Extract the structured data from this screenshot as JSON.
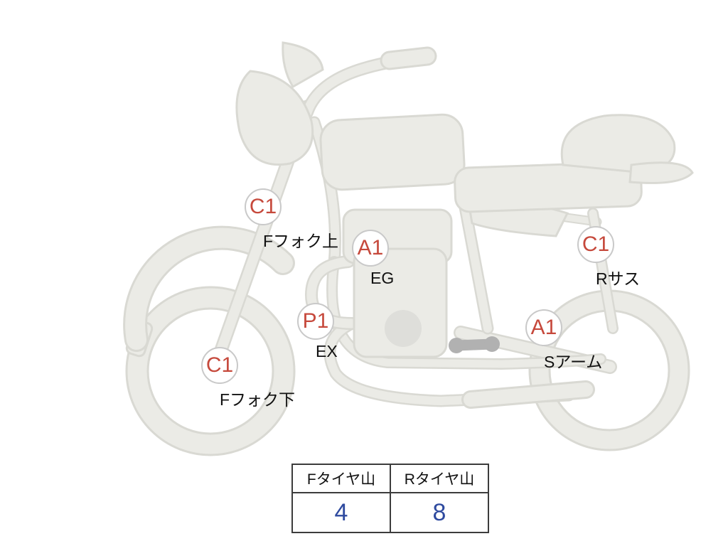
{
  "page": {
    "background": "#ffffff"
  },
  "diagram": {
    "markers": [
      {
        "code": "C1",
        "label": "Fフォク上"
      },
      {
        "code": "C1",
        "label": "Fフォク下"
      },
      {
        "code": "A1",
        "label": "EG"
      },
      {
        "code": "P1",
        "label": "EX"
      },
      {
        "code": "A1",
        "label": "Sアーム"
      },
      {
        "code": "C1",
        "label": "Rサス"
      }
    ],
    "tire_table": {
      "headers": [
        "Fタイヤ山",
        "Rタイヤ山"
      ],
      "values": [
        "4",
        "8"
      ]
    },
    "colors": {
      "marker_code_red": "#c6493c",
      "tire_value_blue": "#2e4a9f",
      "bike_fill_gray": "#ebebe6",
      "bike_outline_gray": "#d9d9d3",
      "table_border": "#3c3c3c",
      "marker_circle_border": "#c9c9c9"
    }
  }
}
